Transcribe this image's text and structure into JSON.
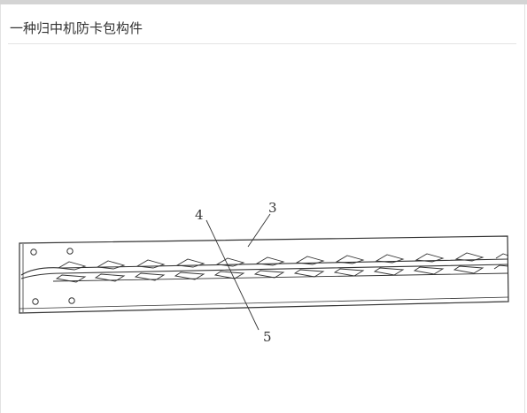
{
  "page": {
    "title": "一种归中机防卡包构件"
  },
  "figure": {
    "reference_numerals": [
      "3",
      "4",
      "5"
    ],
    "stroke_color": "#333333",
    "background_color": "#ffffff"
  }
}
